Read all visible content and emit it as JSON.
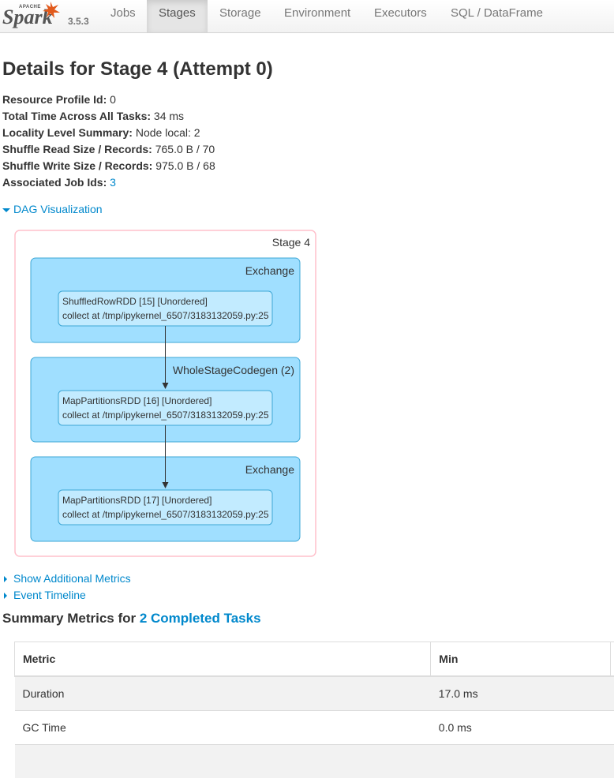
{
  "nav": {
    "version": "3.5.3",
    "items": [
      {
        "label": "Jobs"
      },
      {
        "label": "Stages"
      },
      {
        "label": "Storage"
      },
      {
        "label": "Environment"
      },
      {
        "label": "Executors"
      },
      {
        "label": "SQL / DataFrame"
      }
    ],
    "active": "Stages"
  },
  "page": {
    "title": "Details for Stage 4 (Attempt 0)"
  },
  "details": [
    {
      "label": "Resource Profile Id:",
      "value": "0"
    },
    {
      "label": "Total Time Across All Tasks:",
      "value": "34 ms"
    },
    {
      "label": "Locality Level Summary:",
      "value": "Node local: 2"
    },
    {
      "label": "Shuffle Read Size / Records:",
      "value": "765.0 B / 70"
    },
    {
      "label": "Shuffle Write Size / Records:",
      "value": "975.0 B / 68"
    },
    {
      "label": "Associated Job Ids:",
      "value": "3"
    }
  ],
  "toggles": {
    "dag": "DAG Visualization",
    "additional_metrics": "Show Additional Metrics",
    "event_timeline": "Event Timeline"
  },
  "dag": {
    "stage_label": "Stage 4",
    "clusters": [
      {
        "label": "Exchange",
        "node_line1": "ShuffledRowRDD [15] [Unordered]",
        "node_line2": "collect at /tmp/ipykernel_6507/3183132059.py:25"
      },
      {
        "label": "WholeStageCodegen (2)",
        "node_line1": "MapPartitionsRDD [16] [Unordered]",
        "node_line2": "collect at /tmp/ipykernel_6507/3183132059.py:25"
      },
      {
        "label": "Exchange",
        "node_line1": "MapPartitionsRDD [17] [Unordered]",
        "node_line2": "collect at /tmp/ipykernel_6507/3183132059.py:25"
      }
    ],
    "colors": {
      "stage_border": "#ffc0cb",
      "cluster_fill": "#a0dfff",
      "cluster_stroke": "#3ea7d6",
      "node_fill": "#c2ebff",
      "node_stroke": "#3ea7d6"
    }
  },
  "summary": {
    "prefix": "Summary Metrics for ",
    "link": "2 Completed Tasks"
  },
  "metrics_table": {
    "headers": [
      "Metric",
      "Min"
    ],
    "rows": [
      {
        "metric": "Duration",
        "min": "17.0 ms"
      },
      {
        "metric": "GC Time",
        "min": "0.0 ms"
      }
    ]
  }
}
